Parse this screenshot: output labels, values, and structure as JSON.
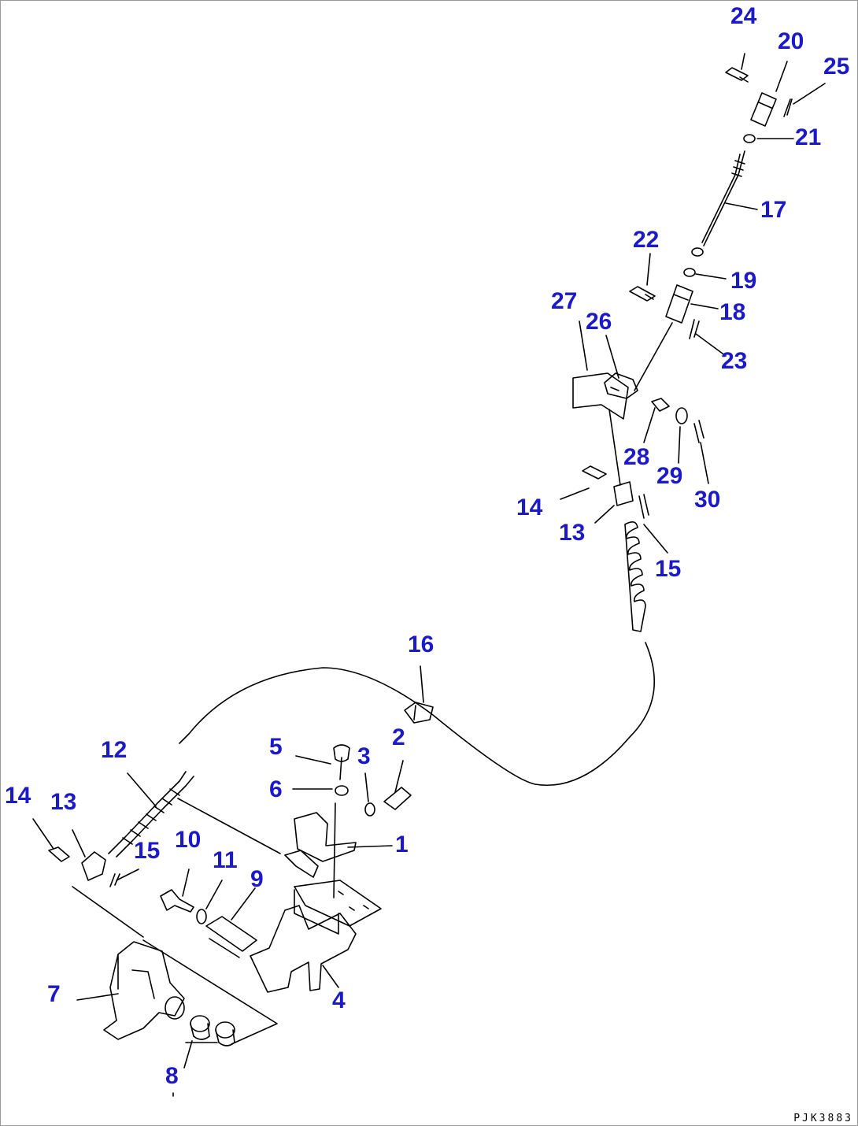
{
  "drawing": {
    "code": "PJK3883",
    "callout_color": "#1a1acc",
    "callouts": [
      "24",
      "20",
      "25",
      "21",
      "17",
      "22",
      "19",
      "27",
      "26",
      "18",
      "23",
      "28",
      "29",
      "30",
      "14",
      "13",
      "15",
      "16",
      "5",
      "3",
      "2",
      "12",
      "6",
      "1",
      "14",
      "13",
      "15",
      "10",
      "11",
      "9",
      "7",
      "4",
      "8"
    ]
  }
}
